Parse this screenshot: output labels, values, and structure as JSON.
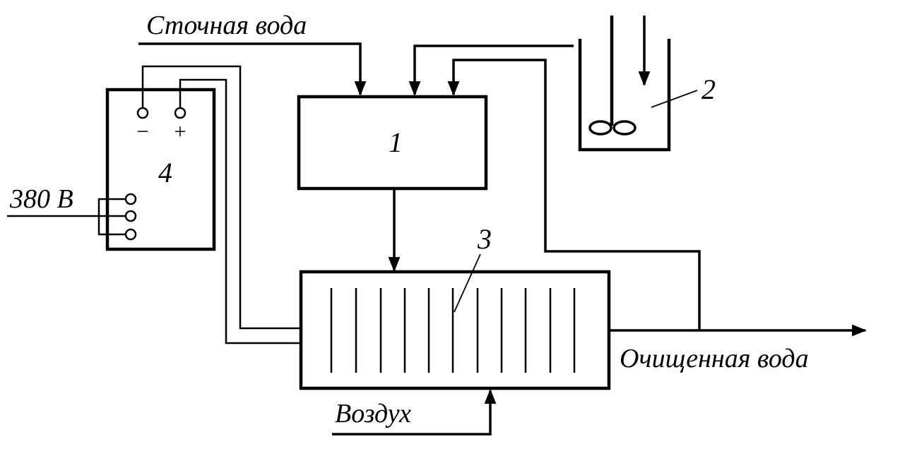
{
  "labels": {
    "wastewater": "Сточная вода",
    "treated_water": "Очищенная вода",
    "air": "Воздух",
    "voltage": "380 В"
  },
  "units": {
    "block_1": "1",
    "block_2": "2",
    "block_3": "3",
    "block_4": "4"
  },
  "terminals": {
    "minus": "−",
    "plus": "+"
  },
  "colors": {
    "stroke": "#000000",
    "background": "#ffffff"
  }
}
